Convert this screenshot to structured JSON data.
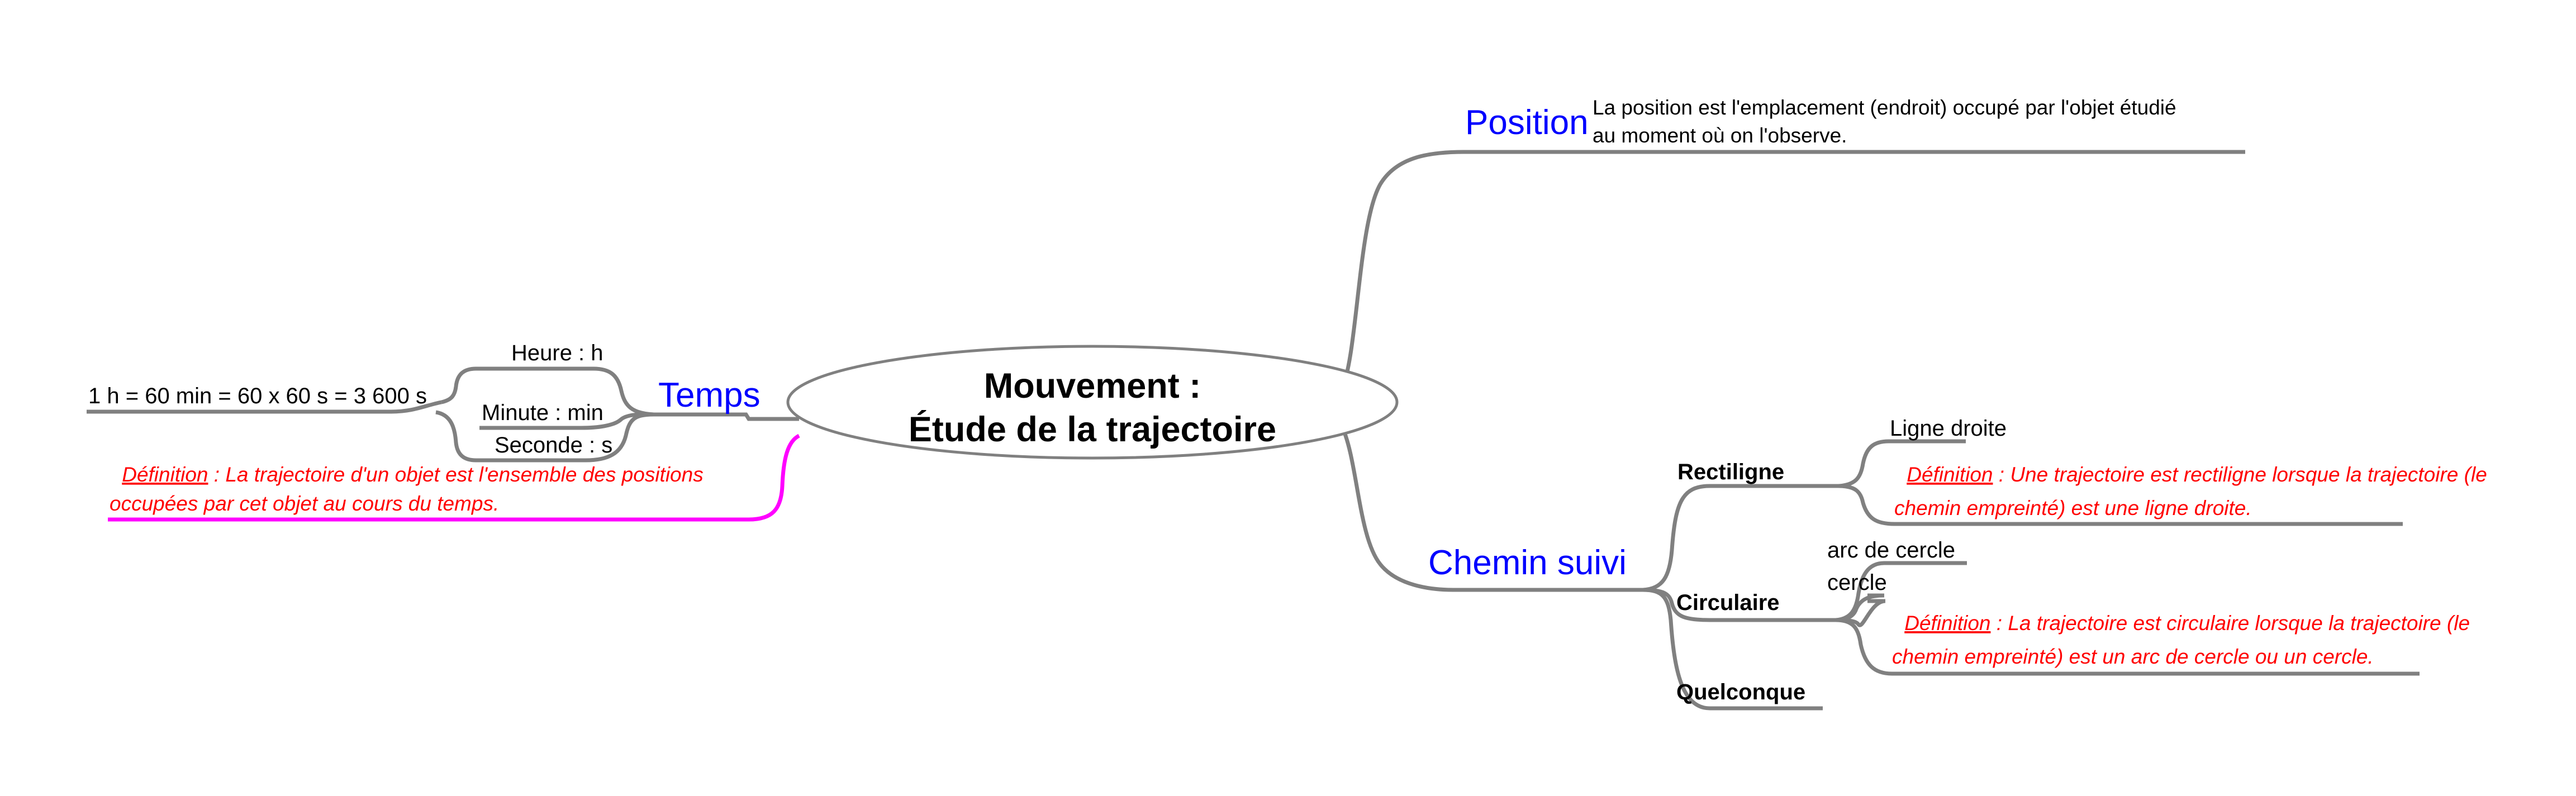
{
  "diagram": {
    "type": "mind-map",
    "language": "fr",
    "background_color": "#ffffff",
    "branch_color": "#808080",
    "magenta_branch_color": "#ff00ff",
    "topic_color": "#0000ff",
    "definition_color": "#ff0000",
    "label_color": "#000000"
  },
  "central": {
    "line1": "Mouvement :",
    "line2": "Étude de la trajectoire"
  },
  "branches": {
    "position": {
      "label": "Position",
      "note": {
        "line1": "La position est l'emplacement (endroit) occupé par l'objet étudié",
        "line2": "au moment où on l'observe."
      }
    },
    "temps": {
      "label": "Temps",
      "units": [
        {
          "label": "Heure : h"
        },
        {
          "label": "Minute : min"
        },
        {
          "label": "Seconde : s"
        }
      ],
      "conversion": "1 h = 60 min = 60 x 60 s = 3 600 s"
    },
    "trajectoire_definition": {
      "keyword": "Définition",
      "line1_rest": " : La trajectoire d'un objet est l'ensemble des positions",
      "line2": "occupées par cet objet au cours du temps."
    },
    "chemin_suivi": {
      "label": "Chemin suivi",
      "children": [
        {
          "label": "Rectiligne",
          "leaves": [
            {
              "label": "Ligne droite"
            }
          ],
          "definition": {
            "keyword": "Définition",
            "line1_rest": " : Une trajectoire est rectiligne lorsque la trajectoire (le",
            "line2": "chemin empreinté) est une ligne droite."
          }
        },
        {
          "label": "Circulaire",
          "leaves": [
            {
              "label": "arc de cercle"
            },
            {
              "label": "cercle"
            }
          ],
          "definition": {
            "keyword": "Définition",
            "line1_rest": " : La trajectoire est circulaire lorsque la trajectoire (le",
            "line2": "chemin empreinté) est un arc de cercle ou un cercle."
          }
        },
        {
          "label": "Quelconque",
          "leaves": [],
          "definition": null
        }
      ]
    }
  }
}
